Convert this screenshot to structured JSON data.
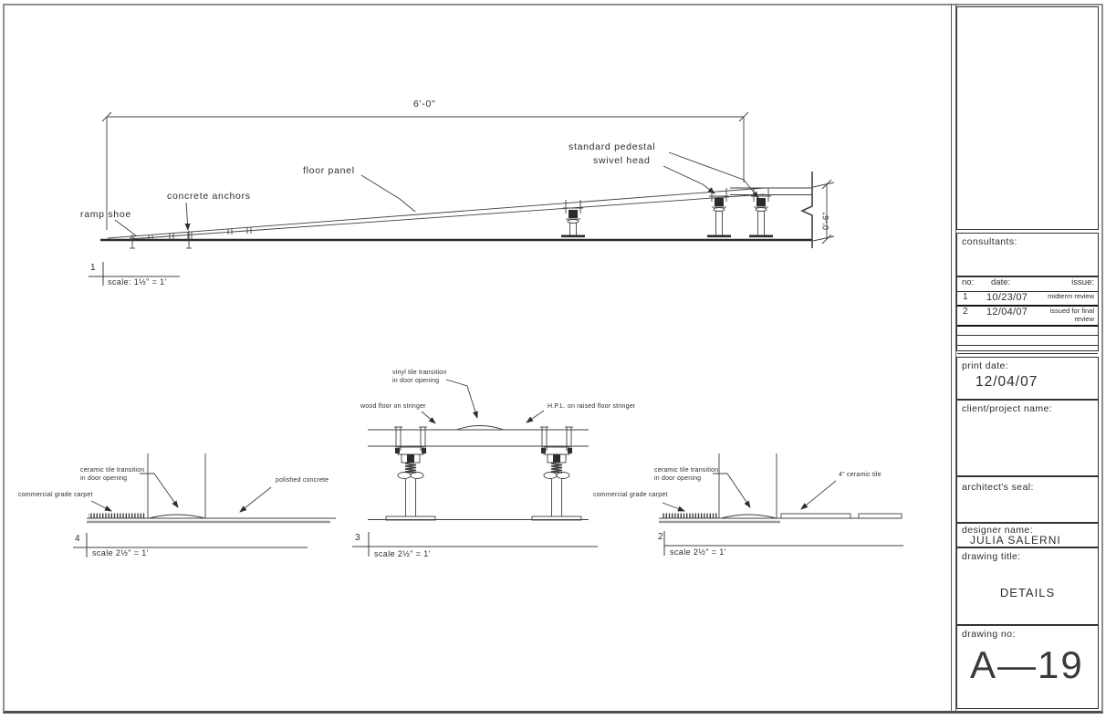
{
  "detail1": {
    "number": "1",
    "scale": "scale: 1½\" = 1'",
    "dim_width": "6'-0\"",
    "dim_height": "0'-6\"",
    "label_ramp_shoe": "ramp shoe",
    "label_concrete_anchors": "concrete anchors",
    "label_floor_panel": "floor panel",
    "label_standard_pedestal": "standard pedestal",
    "label_swivel_head": "swivel head"
  },
  "detail4": {
    "number": "4",
    "scale": "scale 2½\" = 1'",
    "label_ceramic": "ceramic tile transition\nin door opening",
    "label_carpet": "commercial grade carpet",
    "label_concrete": "polished concrete"
  },
  "detail3": {
    "number": "3",
    "scale": "scale 2½\" = 1'",
    "label_vinyl": "vinyl tile transition\nin door opening",
    "label_wood": "wood floor on stringer",
    "label_hpl": "H.P.L. on raised floor stringer"
  },
  "detail2": {
    "number": "2",
    "scale": "scale 2½\" = 1'",
    "label_ceramic": "ceramic tile transition\nin door opening",
    "label_carpet": "commercial grade carpet",
    "label_tile": "4\" ceramic tile"
  },
  "titleblock": {
    "consultants_label": "consultants:",
    "rev": {
      "no_header": "no:",
      "date_header": "date:",
      "issue_header": "issue:",
      "rows": [
        {
          "no": "1",
          "date": "10/23/07",
          "issue": "midterm review"
        },
        {
          "no": "2",
          "date": "12/04/07",
          "issue": "issued for final\nreview"
        }
      ]
    },
    "print_date_label": "print date:",
    "print_date": "12/04/07",
    "client_label": "client/project name:",
    "seal_label": "architect's seal:",
    "designer_label": "designer name:",
    "designer_name": "JULIA SALERNI",
    "drawing_title_label": "drawing title:",
    "drawing_title": "DETAILS",
    "drawing_no_label": "drawing no:",
    "drawing_no": "A—19"
  },
  "colors": {
    "line": "#3f3f3f",
    "text": "#2d2d2d"
  }
}
